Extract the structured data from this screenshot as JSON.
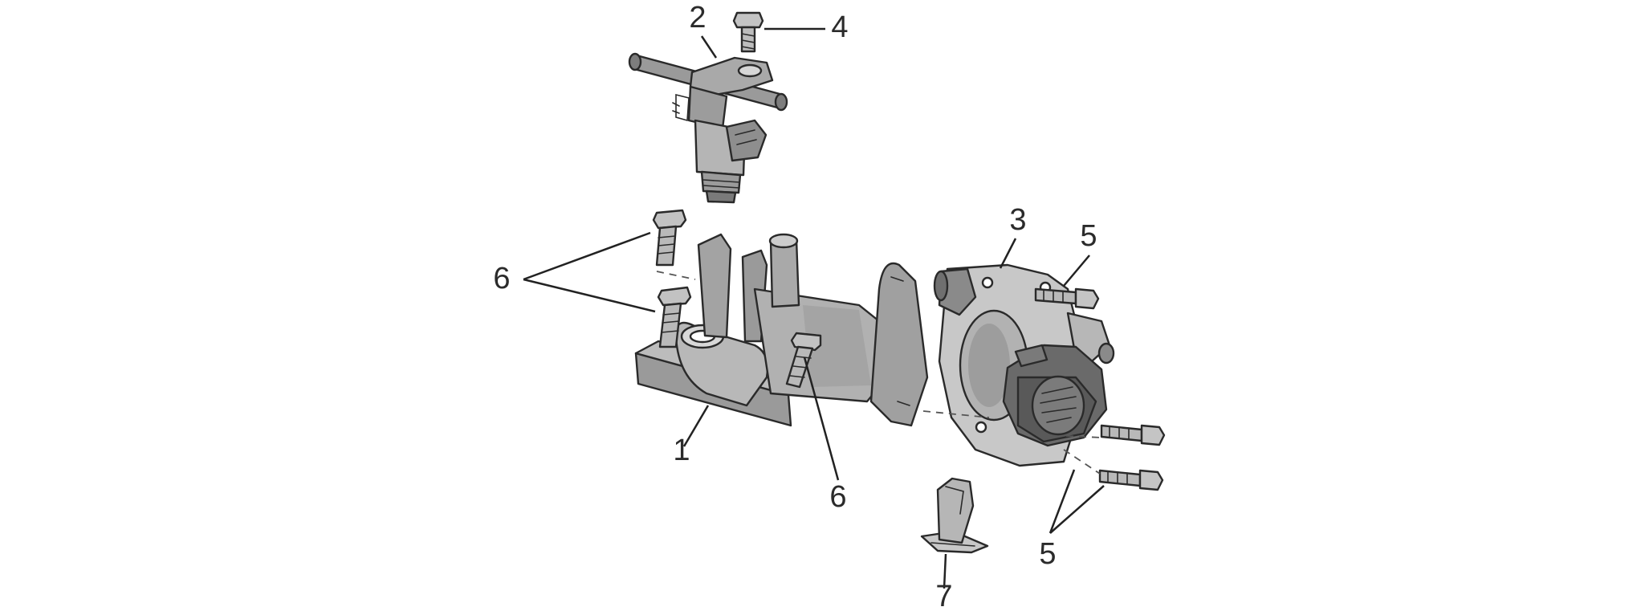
{
  "colors": {
    "background": "#ffffff",
    "part_fill_light": "#cfcfcf",
    "part_fill_mid": "#b3b3b3",
    "part_fill_dark": "#8f8f8f",
    "part_fill_darkest": "#6e6e6e",
    "outline": "#2a2a2a",
    "label_text": "#2b2b2b"
  },
  "labels": {
    "intake_manifold": "1",
    "fuel_injector_rail": "2",
    "throttle_body": "3",
    "injector_screw": "4",
    "throttle_screw_upper": "5",
    "throttle_screws_lower": "5",
    "manifold_screws_left": "6",
    "manifold_screw_center": "6",
    "bracket": "7"
  }
}
